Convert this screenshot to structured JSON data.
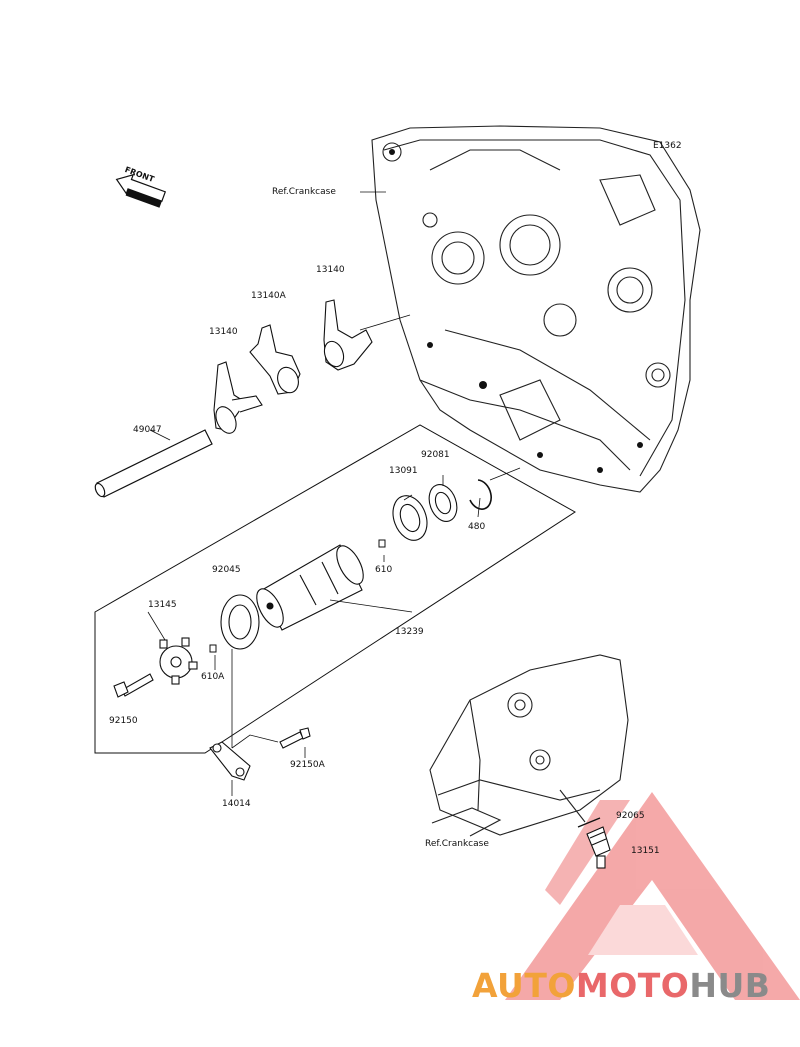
{
  "diagram": {
    "code": "E1362",
    "front_arrow": "FRONT",
    "ref_crankcase_top": "Ref.Crankcase",
    "ref_crankcase_bottom": "Ref.Crankcase",
    "parts": [
      {
        "id": "13140-right",
        "number": "13140"
      },
      {
        "id": "13140A",
        "number": "13140A"
      },
      {
        "id": "13140-left",
        "number": "13140"
      },
      {
        "id": "49047",
        "number": "49047"
      },
      {
        "id": "92081",
        "number": "92081"
      },
      {
        "id": "13091",
        "number": "13091"
      },
      {
        "id": "480",
        "number": "480"
      },
      {
        "id": "610",
        "number": "610"
      },
      {
        "id": "92045",
        "number": "92045"
      },
      {
        "id": "13145",
        "number": "13145"
      },
      {
        "id": "610A",
        "number": "610A"
      },
      {
        "id": "13239",
        "number": "13239"
      },
      {
        "id": "92150",
        "number": "92150"
      },
      {
        "id": "92150A",
        "number": "92150A"
      },
      {
        "id": "14014",
        "number": "14014"
      },
      {
        "id": "92065",
        "number": "92065"
      },
      {
        "id": "13151",
        "number": "13151"
      }
    ]
  },
  "watermark": {
    "part1": "AUTO",
    "part2": "MOTO",
    "part3": "HUB",
    "colors": {
      "auto": "#f2a23a",
      "moto": "#e9686a",
      "hub": "#8a8a8a",
      "triangle": "#e9686a"
    }
  }
}
